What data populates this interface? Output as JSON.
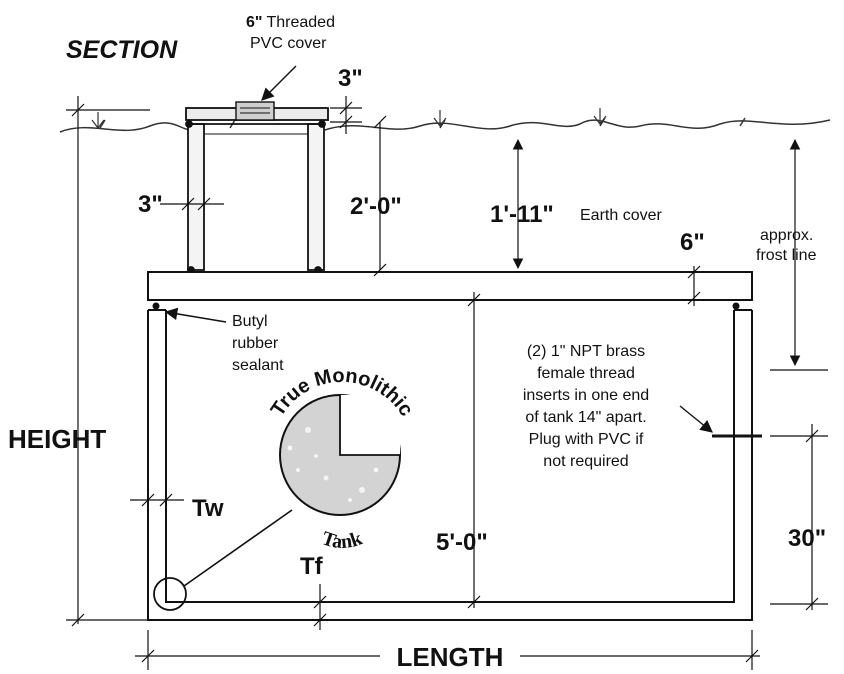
{
  "title": "SECTION",
  "cover_callout": {
    "size": "6\"",
    "line1": "Threaded",
    "line2": "PVC cover"
  },
  "dims": {
    "cover_thickness": "3\"",
    "riser_wall": "3\"",
    "riser_height": "2'-0\"",
    "earth_cover": "1'-11\"",
    "earth_cover_label": "Earth cover",
    "lid_thickness": "6\"",
    "frost_line_1": "approx.",
    "frost_line_2": "frost line",
    "height": "HEIGHT",
    "wall_thickness": "Tw",
    "floor_thickness": "Tf",
    "interior_height": "5'-0\"",
    "insert_height": "30\"",
    "length": "LENGTH"
  },
  "sealant": [
    "Butyl",
    "rubber",
    "sealant"
  ],
  "inserts_note": [
    "(2) 1\" NPT brass",
    "female thread",
    "inserts in one end",
    "of tank 14\" apart.",
    "Plug with PVC if",
    "not required"
  ],
  "badge": {
    "top": "True Monolithic",
    "bottom": "Tank"
  }
}
